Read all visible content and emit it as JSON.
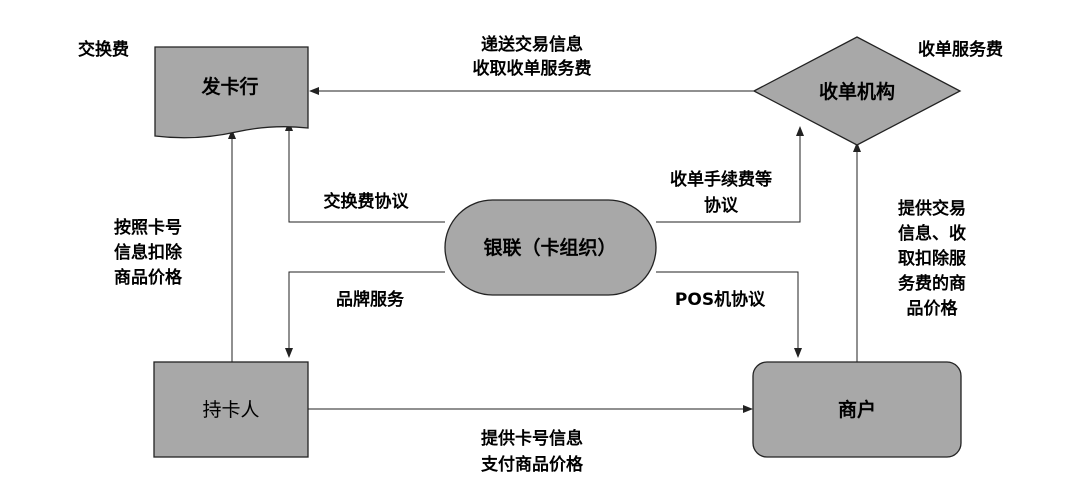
{
  "nodes": {
    "issuer": "发卡行",
    "acquirer": "收单机构",
    "unionpay": "银联（卡组织）",
    "cardholder": "持卡人",
    "merchant": "商户"
  },
  "fees": {
    "interchange": "交换费",
    "acquiring_service": "收单服务费"
  },
  "edges": {
    "acquirer_to_issuer": [
      "递送交易信息",
      "收取收单服务费"
    ],
    "interchange_agreement": "交换费协议",
    "acquiring_fee_agreement": [
      "收单手续费等",
      "协议"
    ],
    "deduct_price": [
      "按照卡号",
      "信息扣除",
      "商品价格"
    ],
    "brand_service": "品牌服务",
    "pos_agreement": "POS机协议",
    "merchant_to_acquirer": [
      "提供交易",
      "信息、收",
      "取扣除服",
      "务费的商",
      "品价格"
    ],
    "cardholder_to_merchant": [
      "提供卡号信息",
      "支付商品价格"
    ]
  },
  "colors": {
    "node_fill": "#a8a8a8",
    "stroke": "#222222",
    "background": "#ffffff"
  }
}
